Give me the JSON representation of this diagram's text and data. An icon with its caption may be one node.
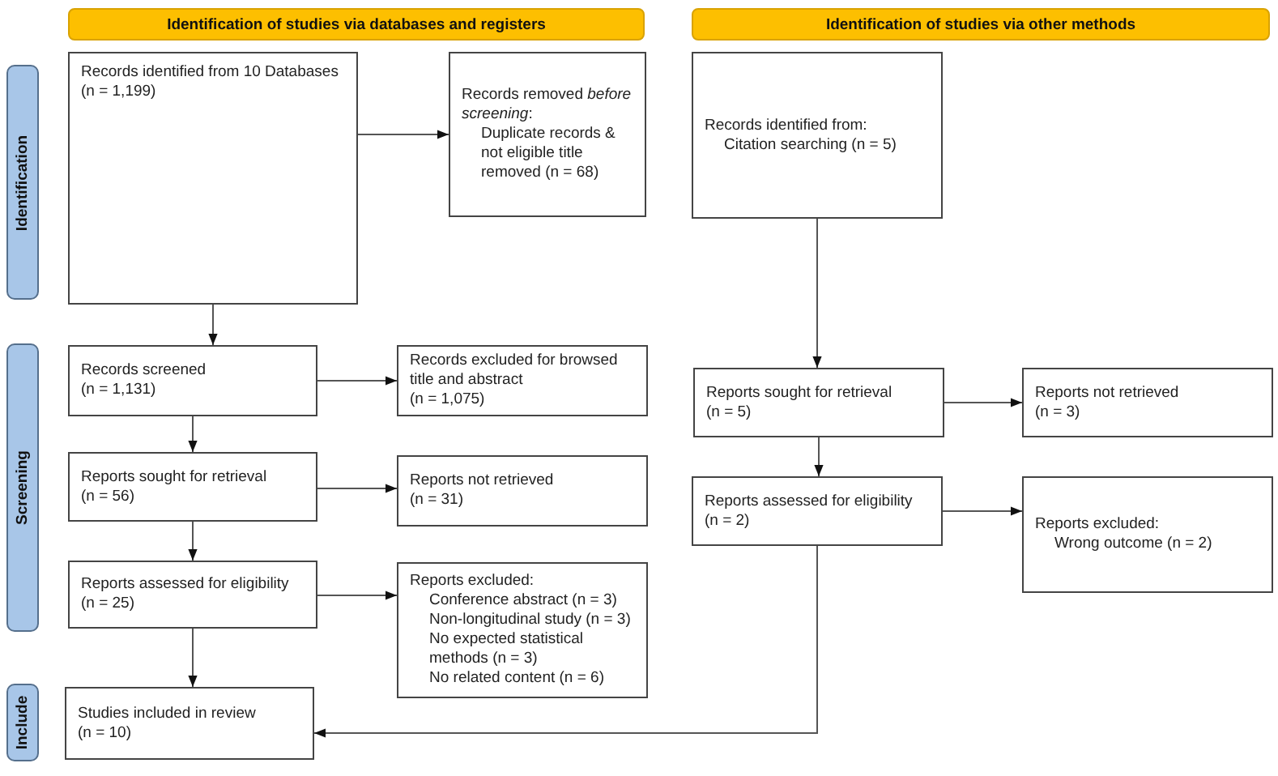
{
  "diagram": {
    "nodes": [
      {
        "text": [
          "Identification of studies via databases and registers"
        ]
      },
      {
        "text": [
          "Identification of studies via other methods"
        ]
      },
      {
        "text": [
          "Identification"
        ]
      },
      {
        "text": [
          "Screening"
        ]
      },
      {
        "text": [
          "Include"
        ]
      },
      {
        "text": [
          "Records identified from 10 Databases",
          "(n = 1,199)"
        ]
      },
      {
        "text": [
          "Records removed *before screening*:",
          "Duplicate records & not eligible title removed (n = 68)"
        ]
      },
      {
        "text": [
          "Records screened",
          "(n = 1,131)"
        ]
      },
      {
        "text": [
          "Records excluded for browsed title and abstract",
          "(n = 1,075)"
        ]
      },
      {
        "text": [
          "Reports sought for retrieval",
          "(n = 56)"
        ]
      },
      {
        "text": [
          "Reports not retrieved",
          "(n = 31)"
        ]
      },
      {
        "text": [
          "Reports assessed for eligibility",
          "(n = 25)"
        ]
      },
      {
        "text": [
          "Reports excluded:",
          "Conference abstract (n = 3)",
          "Non-longitudinal study (n = 3)",
          "No expected statistical methods (n = 3)",
          "No related content (n = 6)"
        ]
      },
      {
        "text": [
          "Studies included in review",
          "(n = 10)"
        ]
      },
      {
        "text": [
          "Records identified from:",
          "Citation searching (n = 5)"
        ]
      },
      {
        "text": [
          "Reports sought for retrieval",
          "(n = 5)"
        ]
      },
      {
        "text": [
          "Reports not retrieved",
          "(n = 3)"
        ]
      },
      {
        "text": [
          "Reports assessed for eligibility",
          "(n = 2)"
        ]
      },
      {
        "text": [
          "Reports excluded:",
          "Wrong outcome (n = 2)"
        ]
      }
    ],
    "edges": [
      {
        "from": 5,
        "to": 6,
        "arrow": "to"
      },
      {
        "from": 5,
        "to": 7,
        "arrow": "to"
      },
      {
        "from": 7,
        "to": 8,
        "arrow": "to"
      },
      {
        "from": 7,
        "to": 9,
        "arrow": "to"
      },
      {
        "from": 9,
        "to": 10,
        "arrow": "to"
      },
      {
        "from": 9,
        "to": 11,
        "arrow": "to"
      },
      {
        "from": 11,
        "to": 12,
        "arrow": "to"
      },
      {
        "from": 11,
        "to": 13,
        "arrow": "to"
      },
      {
        "from": 14,
        "to": 15,
        "arrow": "to"
      },
      {
        "from": 15,
        "to": 16,
        "arrow": "to"
      },
      {
        "from": 15,
        "to": 17,
        "arrow": "to"
      },
      {
        "from": 17,
        "to": 18,
        "arrow": "to"
      },
      {
        "from": 17,
        "to": 13,
        "arrow": "to"
      }
    ]
  }
}
